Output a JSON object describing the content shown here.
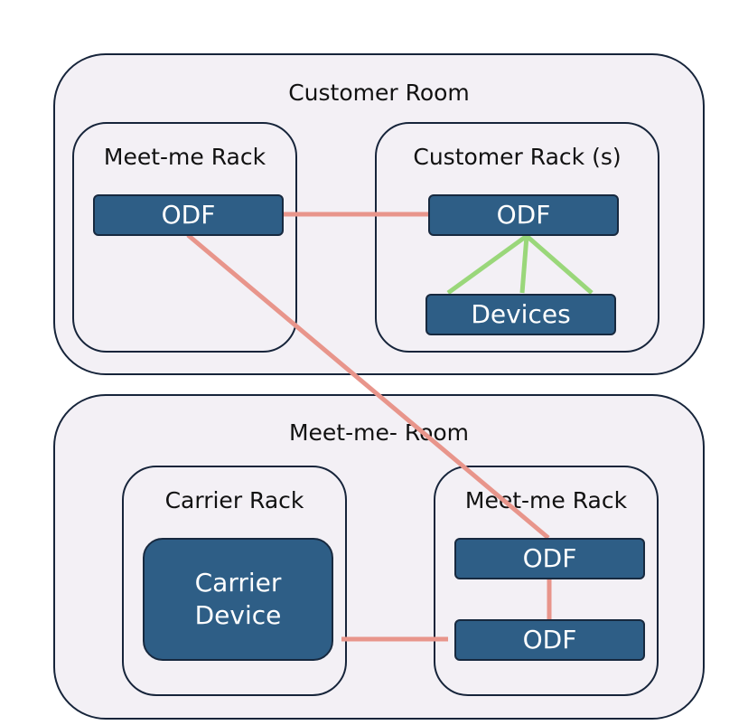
{
  "customer_room": {
    "title": "Customer Room",
    "meetme_rack": {
      "title": "Meet-me Rack",
      "odf_label": "ODF"
    },
    "customer_rack": {
      "title": "Customer Rack (s)",
      "odf_label": "ODF",
      "devices_label": "Devices"
    }
  },
  "meetme_room": {
    "title": "Meet-me- Room",
    "carrier_rack": {
      "title": "Carrier Rack",
      "device_label": "Carrier\nDevice"
    },
    "meetme_rack": {
      "title": "Meet-me Rack",
      "odf_top_label": "ODF",
      "odf_bottom_label": "ODF"
    }
  },
  "colors": {
    "room_fill": "#f3f0f5",
    "outline": "#16243a",
    "box_fill": "#2e5e86",
    "fiber_link": "#e8958b",
    "device_link": "#9ad77a"
  }
}
